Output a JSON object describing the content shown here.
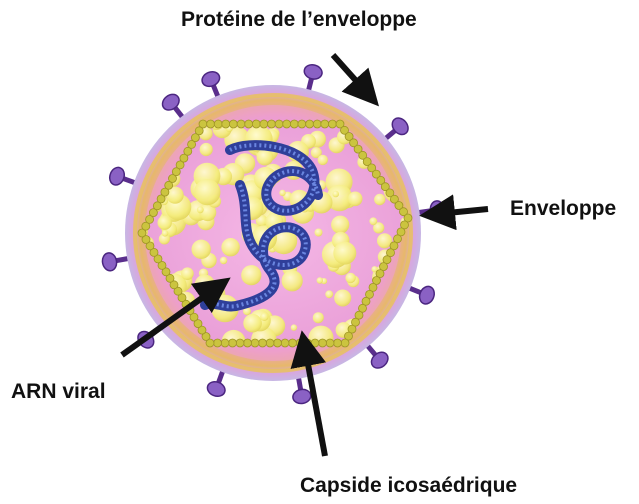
{
  "labels": {
    "envelope_protein": "Protéine de l’enveloppe",
    "envelope": "Enveloppe",
    "viral_rna": "ARN viral",
    "capsid": "Capside icosaédrique"
  },
  "colors": {
    "arrow": "#111111",
    "outer_ring": "#c7b7e4",
    "envelope_gold": "#e9c55a",
    "envelope_pink": "#ec9fd0",
    "core_pink": "#f1a9dd",
    "capsid_beads": "#c8c242",
    "vesicles": "#f6ef86",
    "rna_blue": "#3d56b2",
    "spike_purple": "#7a4fb0"
  },
  "icons": [
    "virus-particle",
    "arrow"
  ]
}
